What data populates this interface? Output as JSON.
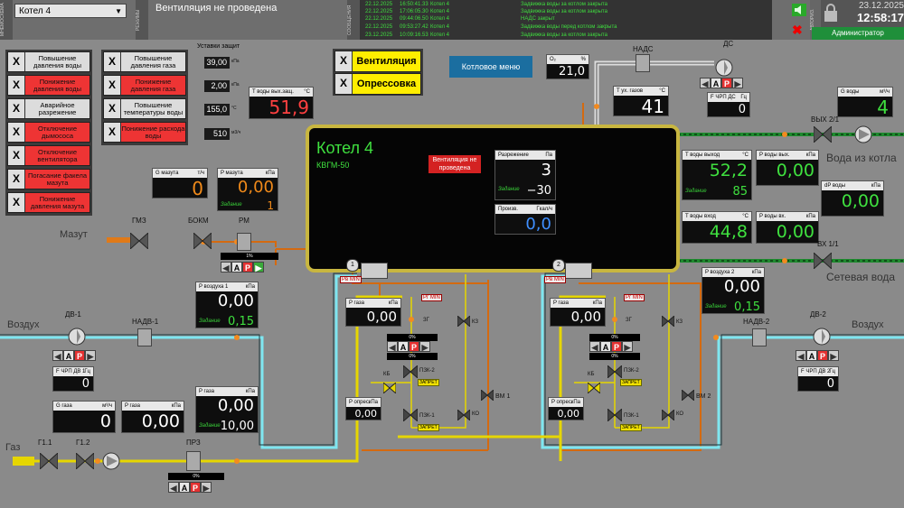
{
  "topbar": {
    "tabs": [
      "МНЕМОСХЕМА",
      "РЕЖИМЫ",
      "СООБЩЕНИЯ",
      "АВТОРИЗ."
    ],
    "boiler_select": "Котел 4",
    "mode_status": "Вентиляция не проведена",
    "events": [
      {
        "date": "22.12.2025",
        "time": "16:50:41.33",
        "source": "Котел 4",
        "text": "Задвижка воды за котлом закрыта"
      },
      {
        "date": "22.12.2025",
        "time": "17:06:05.30",
        "source": "Котел 4",
        "text": "Задвижка воды за котлом закрыта"
      },
      {
        "date": "22.12.2025",
        "time": "09:44:06.50",
        "source": "Котел 4",
        "text": "НАДС закрыт"
      },
      {
        "date": "22.12.2025",
        "time": "09:53:27.42",
        "source": "Котел 4",
        "text": "Задвижка воды перед котлом закрыта"
      },
      {
        "date": "23.12.2025",
        "time": "10:09:16.53",
        "source": "Котел 4",
        "text": "Задвижка воды за котлом закрыта"
      }
    ],
    "date": "23.12.2025",
    "time": "12:58:17",
    "user": "Администратор"
  },
  "protections_left": [
    {
      "x": "X",
      "label": "Повышение давления воды",
      "state": "normal"
    },
    {
      "x": "X",
      "label": "Понижение давления воды",
      "state": "red"
    },
    {
      "x": "X",
      "label": "Аварийное разрежение",
      "state": "normal"
    },
    {
      "x": "X",
      "label": "Отключение дымососа",
      "state": "red"
    },
    {
      "x": "X",
      "label": "Отключение вентилятора",
      "state": "red"
    },
    {
      "x": "X",
      "label": "Погасание факела мазута",
      "state": "red"
    },
    {
      "x": "X",
      "label": "Понижение давления мазута",
      "state": "red"
    }
  ],
  "protections_right": [
    {
      "x": "X",
      "label": "Повышение давления газа",
      "state": "normal"
    },
    {
      "x": "X",
      "label": "Понижение давления газа",
      "state": "red"
    },
    {
      "x": "X",
      "label": "Повышение температуры воды",
      "state": "normal"
    },
    {
      "x": "X",
      "label": "Понижение расхода воды",
      "state": "red"
    }
  ],
  "setpoints": {
    "title": "Уставки защит",
    "items": [
      {
        "value": "39,00",
        "unit": "кПа"
      },
      {
        "value": "2,00",
        "unit": "кПа"
      },
      {
        "value": "155,0",
        "unit": "°С"
      },
      {
        "value": "510",
        "unit": "м3/ч"
      }
    ]
  },
  "modes": [
    {
      "x": "X",
      "label": "Вентиляция"
    },
    {
      "x": "X",
      "label": "Опрессовка"
    }
  ],
  "boiler_menu": "Котловое меню",
  "boiler": {
    "title": "Котел 4",
    "model": "КВГМ-50",
    "alarm": "Вентиляция не проведена",
    "vacuum": {
      "name": "Разрежение",
      "unit": "Па",
      "value": "3",
      "task_label": "Задание",
      "task": "−30"
    },
    "prod": {
      "name": "Произв.",
      "unit": "Гкал/ч",
      "value": "0,0"
    },
    "burner1": "1",
    "burner2": "2"
  },
  "panels": {
    "t_out_prot": {
      "name": "T воды вых.защ.",
      "unit": "°С",
      "value": "51,9"
    },
    "o2": {
      "name": "O₂",
      "unit": "%",
      "value": "21,0"
    },
    "t_gas": {
      "name": "T ух. газов",
      "unit": "°С",
      "value": "41"
    },
    "f_ds": {
      "name": "F ЧРП ДС",
      "unit": "Гц",
      "value": "0"
    },
    "g_water": {
      "name": "G воды",
      "unit": "м³/ч",
      "value": "4"
    },
    "t_out": {
      "name": "T воды выход",
      "unit": "°С",
      "value": "52,2",
      "task_label": "Задание",
      "task": "85"
    },
    "p_out": {
      "name": "P воды вых.",
      "unit": "кПа",
      "value": "0,00"
    },
    "dp": {
      "name": "dP воды",
      "unit": "кПа",
      "value": "0,00"
    },
    "t_in": {
      "name": "T воды вход",
      "unit": "°С",
      "value": "44,8"
    },
    "p_in": {
      "name": "P воды вх.",
      "unit": "кПа",
      "value": "0,00"
    },
    "g_mazut": {
      "name": "G мазута",
      "unit": "т/ч",
      "value": "0"
    },
    "p_mazut": {
      "name": "P мазута",
      "unit": "кПа",
      "value": "0,00",
      "task_label": "Задание",
      "task": "1"
    },
    "p_air1": {
      "name": "P воздуха 1",
      "unit": "кПа",
      "value": "0,00",
      "task_label": "Задание",
      "task": "0,15"
    },
    "p_air2": {
      "name": "P воздуха 2",
      "unit": "кПа",
      "value": "0,00",
      "task_label": "Задание",
      "task": "0,15"
    },
    "f_dv1": {
      "name": "F ЧРП ДВ 1",
      "unit": "Гц",
      "value": "0"
    },
    "f_dv2": {
      "name": "F ЧРП ДВ 2",
      "unit": "Гц",
      "value": "0"
    },
    "g_gas": {
      "name": "G газа",
      "unit": "м³/ч",
      "value": "0"
    },
    "p_gas_main": {
      "name": "P газа",
      "unit": "кПа",
      "value": "0,00"
    },
    "p_gas": {
      "name": "P газа",
      "unit": "кПа",
      "value": "0,00",
      "task_label": "Задание",
      "task": "10,00"
    },
    "p_gas_b1": {
      "name": "P газа",
      "unit": "кПа",
      "value": "0,00"
    },
    "p_gas_b2": {
      "name": "P газа",
      "unit": "кПа",
      "value": "0,00"
    },
    "p_opr1": {
      "name": "P опрес.",
      "unit": "кПа",
      "value": "0,00"
    },
    "p_opr2": {
      "name": "P опрес.",
      "unit": "кПа",
      "value": "0,00"
    }
  },
  "labels": {
    "mazut": "Мазут",
    "air_left": "Воздух",
    "air_right": "Воздух",
    "gas": "Газ",
    "water_out": "Вода из котла",
    "water_net": "Сетевая вода",
    "gmz": "ГМЗ",
    "bokm": "БОКМ",
    "rm": "РМ",
    "dv1": "ДВ-1",
    "dv2": "ДВ-2",
    "nadv1": "НАДВ-1",
    "nadv2": "НАДВ-2",
    "nads": "НАДС",
    "ds": "ДС",
    "vyh21": "ВЫХ 2/1",
    "vh11": "ВХ 1/1",
    "g11": "Г1.1",
    "g12": "Г1.2",
    "prz": "ПРЗ",
    "k3a": "КЗ",
    "k3b": "КЗ",
    "kb1": "КБ",
    "kb2": "КБ",
    "pzk2a": "ПЗК-2",
    "pzk1a": "ПЗК-1",
    "pzk2b": "ПЗК-2",
    "pzk1b": "ПЗК-1",
    "vm1": "ВМ 1",
    "vm2": "ВМ 2",
    "ko1": "КО",
    "ko2": "КО",
    "zg1": "ЗГ",
    "zg2": "ЗГ",
    "pct_mazut": "1%",
    "pct_gas": "0%",
    "pct_b1": "0%",
    "pct_b2": "0%",
    "pct_b1b": "0%",
    "pct_b2b": "0%",
    "pgmin": "Pг MIN",
    "pvmin": "Pв MIN",
    "zapret": "ЗАПРЕТ"
  },
  "colors": {
    "bg": "#8a8a8a",
    "water_green": "#2ea32e",
    "air_cyan": "#7ee6f0",
    "gas_yellow": "#e6d600",
    "mazut_orange": "#e07a18",
    "alarm_red": "#ee3434"
  },
  "icons": [
    "speaker-icon",
    "alarm-mute-icon",
    "lock-icon",
    "valve-icon",
    "fan-icon",
    "pump-icon",
    "chevron-down-icon"
  ]
}
